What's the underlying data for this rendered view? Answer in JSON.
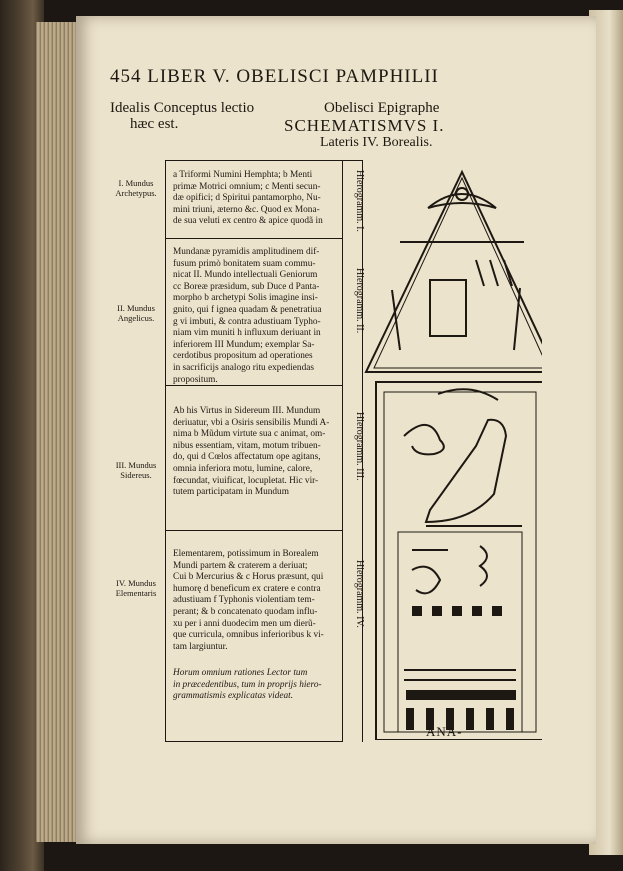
{
  "header": "454  LIBER V. OBELISCI PAMPHILII",
  "left_heading": [
    "Idealis Conceptus lectio",
    "hæc est."
  ],
  "right_heading": [
    "Obelisci Epigraphe",
    "SCHEMATISMVS I.",
    "Lateris IV. Borealis."
  ],
  "mundus_labels": [
    [
      "I. Mundus",
      "Archetypus."
    ],
    [
      "II. Mundus",
      "Angelicus."
    ],
    [
      "III. Mundus",
      "Sidereus."
    ],
    [
      "IV. Mundus",
      "Elementaris"
    ]
  ],
  "blocks": [
    "a Triformi Numini Hemphta; b Menti\nprimæ Motrici omnium; c Menti secun-\ndæ opifici; d Spiritui pantamorpho, Nu-\nmini triuni, æterno &c. Quod ex Mona-\nde sua veluti ex centro & apice quodã in",
    "Mundanæ pyramidis amplitudinem dif-\nfusum primò bonitatem suam commu-\nnicat II. Mundo intellectuali Geniorum\ncc Boreæ præsidum, sub Duce d Panta-\nmorpho b archetypi Solis imagine insi-\ngnito, qui f ignea quadam & penetratiua\ng vi imbuti, & contra adustiuam Typho-\nniam vim muniti h influxum deriuant in\ninferiorem III Mundum; exemplar Sa-\ncerdotibus propositum ad operationes\nin sacrificijs analogo ritu expediendas\npropositum.",
    "Ab his Virtus in Sidereum III. Mundum\nderiuatur, vbi a Osiris sensibilis Mundi A-\nnima b Mũdum virtute sua c animat, om-\nnibus essentiam, vitam, motum tribuen-\ndo, qui d Cœlos affectatum ope agitans,\nomnia inferiora motu, lumine, calore,\nfœcundat, viuificat, locupletat. Hic vir-\ntutem participatam in Mundum",
    "Elementarem, potissimum in Borealem\nMundi partem & craterem a deriuat;\nCui b Mercurius & c Horus præsunt, qui\nhumorę d beneficum ex cratere e contra\nadustiuam f Typhonis violentiam tem-\nperant; & b concatenato quodam influ-\nxu per i anni duodecim men um dierũ-\nque curricula, omnibus inferioribus k vi-\ntam largiuntur."
  ],
  "final_note": "Horum omnium rationes Lector tum\nin præcedentibus, tum in proprijs hiero-\ngrammatismis explicatas videat.",
  "hieroglyph_labels": [
    "Hierogramm. I.",
    "Hierogramm. II.",
    "Hierogramm. III.",
    "Hierogramm. IV."
  ],
  "catchword": "ANA-"
}
